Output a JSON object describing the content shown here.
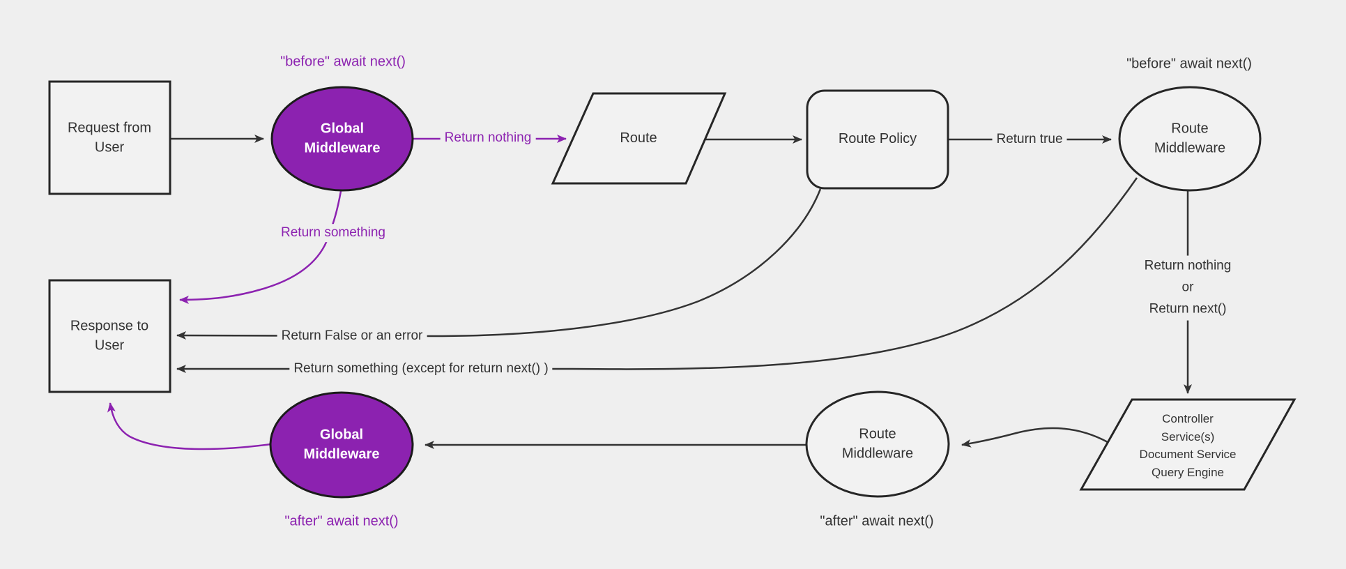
{
  "diagram": {
    "background_color": "#efefef",
    "colors": {
      "purple": "#8c22b0",
      "line": "#333333",
      "shape_border": "#262626",
      "shape_fill": "#f2f2f2",
      "text": "#333333",
      "ellipse_text": "#ffffff"
    },
    "nodes": {
      "request": {
        "label": "Request from\nUser",
        "shape": "rectangle"
      },
      "global_middleware_top": {
        "label": "Global\nMiddleware",
        "shape": "ellipse"
      },
      "route": {
        "label": "Route",
        "shape": "parallelogram"
      },
      "route_policy": {
        "label": "Route Policy",
        "shape": "rounded-rectangle"
      },
      "route_middleware_top": {
        "label": "Route\nMiddleware",
        "shape": "ellipse"
      },
      "controller": {
        "label": "Controller\nService(s)\nDocument Service\nQuery Engine",
        "shape": "parallelogram"
      },
      "route_middleware_bottom": {
        "label": "Route\nMiddleware",
        "shape": "ellipse"
      },
      "global_middleware_bottom": {
        "label": "Global\nMiddleware",
        "shape": "ellipse"
      },
      "response": {
        "label": "Response to\nUser",
        "shape": "rectangle"
      }
    },
    "edge_labels": {
      "return_nothing": "Return nothing",
      "return_true": "Return true",
      "return_something": "Return something",
      "return_nothing_or_next": "Return nothing\nor\nReturn next()",
      "return_false": "Return False or an error",
      "return_something_except": "Return something (except for return next() )"
    },
    "annotations": {
      "before_global": "\"before\" await next()",
      "before_route": "\"before\" await next()",
      "after_global": "\"after\" await next()",
      "after_route": "\"after\" await next()"
    }
  }
}
